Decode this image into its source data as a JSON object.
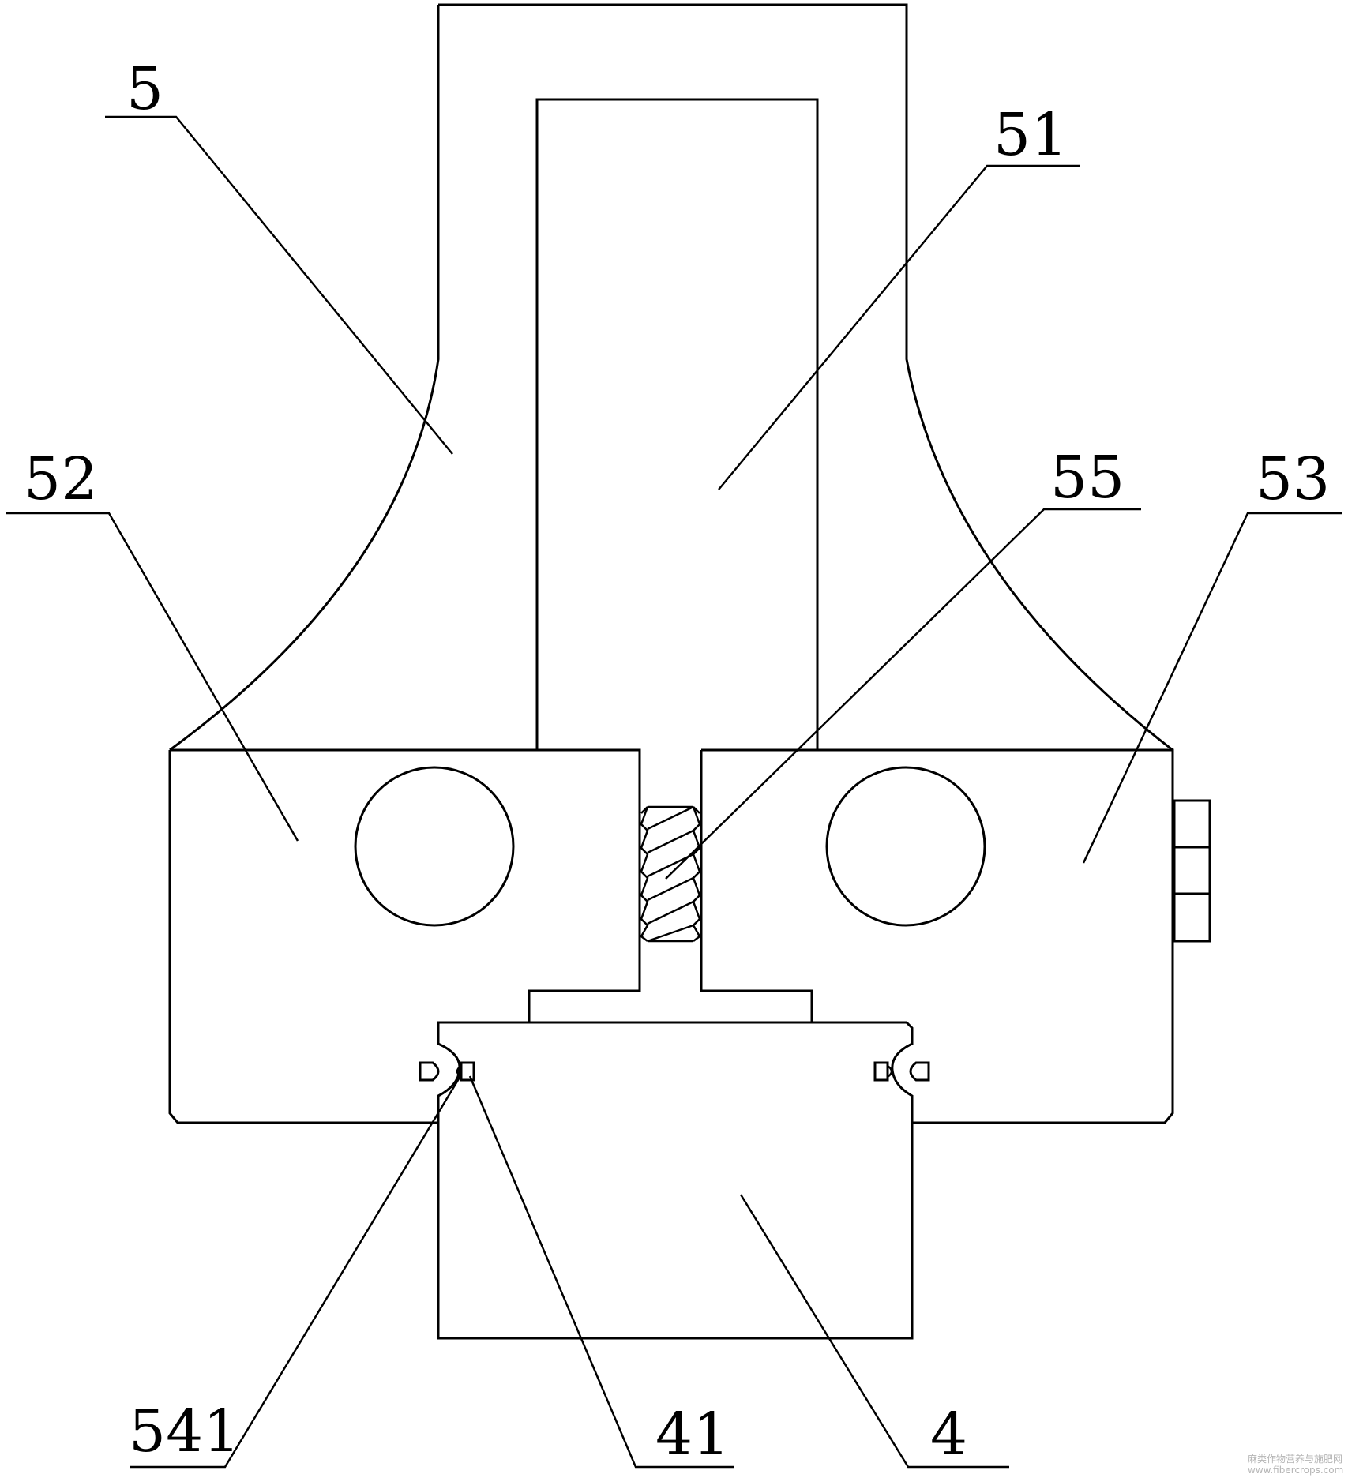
{
  "figure": {
    "labels": {
      "l5": "5",
      "l51": "51",
      "l52": "52",
      "l53": "53",
      "l55": "55",
      "l541": "541",
      "l41": "41",
      "l4": "4"
    },
    "watermark": {
      "line1": "麻类作物营养与施肥网",
      "line2": "www.fibercrops.com"
    }
  }
}
